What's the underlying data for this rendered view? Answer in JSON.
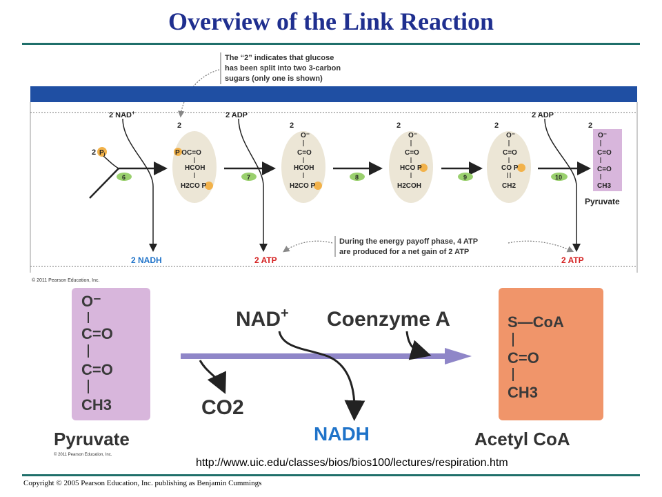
{
  "title": "Overview of the Link Reaction",
  "colors": {
    "title": "#1f2f8f",
    "rule": "#1f6f6a",
    "band": "#1f4fa3",
    "pyruvate_box": "#d8b6dc",
    "acetyl_box": "#f0956a",
    "arrow_purple": "#8f86c8",
    "red": "#d42020",
    "blue": "#1f73c9"
  },
  "top_diagram": {
    "note_top": [
      "The “2” indicates that glucose",
      "has been split into two 3-carbon",
      "sugars (only one is shown)"
    ],
    "inputs": {
      "nad": "2 NAD",
      "nad_sup": "+",
      "adp1": "2 ADP",
      "adp2": "2 ADP",
      "pi_coef": "2",
      "pi_label": "P",
      "pi_sub": "i"
    },
    "coefs": [
      "2",
      "2",
      "2",
      "2",
      "2"
    ],
    "steps": [
      "6",
      "7",
      "8",
      "9",
      "10"
    ],
    "molecules": [
      [
        "P OC=O",
        "HCOH",
        "H2CO P"
      ],
      [
        "O⁻",
        "C=O",
        "HCOH",
        "H2CO P"
      ],
      [
        "O⁻",
        "C=O",
        "HCO P",
        "H2COH"
      ],
      [
        "O⁻",
        "C=O",
        "CO P",
        "CH2"
      ],
      [
        "O⁻",
        "C=O",
        "C=O",
        "CH3"
      ]
    ],
    "pyruvate_label": "Pyruvate",
    "outputs": {
      "nadh": "2 NADH",
      "atp1": "2 ATP",
      "atp2": "2 ATP"
    },
    "note_bottom": [
      "During the energy payoff phase, 4 ATP",
      "are produced for a net gain of 2 ATP"
    ],
    "credit": "© 2011 Pearson Education, Inc."
  },
  "bottom_diagram": {
    "pyruvate": {
      "lines": [
        "O⁻",
        "C=O",
        "C=O",
        "CH3"
      ],
      "label": "Pyruvate"
    },
    "nad": "NAD",
    "nad_sup": "+",
    "coa": "Coenzyme A",
    "co2": "CO2",
    "nadh": "NADH",
    "acetyl": {
      "lines": [
        "S—CoA",
        "C=O",
        "CH3"
      ],
      "label": "Acetyl CoA"
    },
    "credit": "© 2011 Pearson Education, Inc."
  },
  "url": "http://www.uic.edu/classes/bios/bios100/lectures/respiration.htm",
  "copyright": "Copyright © 2005 Pearson Education, Inc. publishing as Benjamin Cummings"
}
